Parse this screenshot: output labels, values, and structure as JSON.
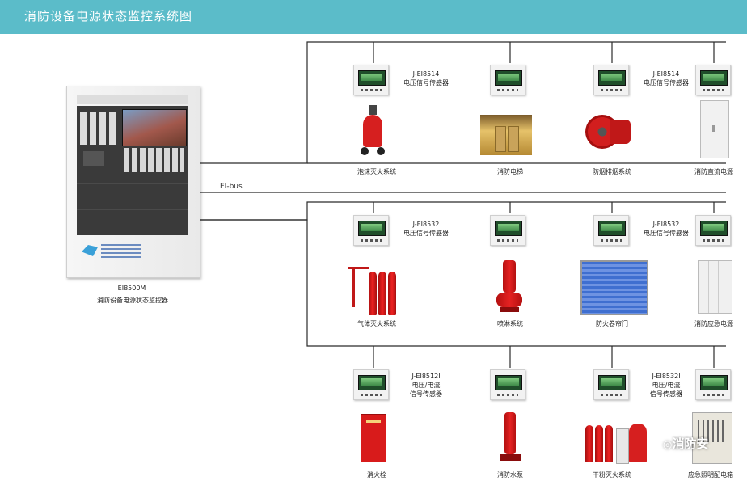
{
  "header": {
    "title": "消防设备电源状态监控系统图"
  },
  "bus": {
    "label": "EI-bus"
  },
  "controller": {
    "model": "EI8500M",
    "name": "消防设备电源状态监控器"
  },
  "rows": [
    {
      "sensor_models": [
        {
          "model": "J-EI8514",
          "desc": "电压信号传感器"
        },
        {
          "model": "J-EI8514",
          "desc": "电压信号传感器"
        }
      ],
      "devices": [
        "泡沫灭火系统",
        "消防电梯",
        "防烟排烟系统",
        "消防直流电源"
      ]
    },
    {
      "sensor_models": [
        {
          "model": "J-EI8532",
          "desc": "电压信号传感器"
        },
        {
          "model": "J-EI8532",
          "desc": "电压信号传感器"
        }
      ],
      "devices": [
        "气体灭火系统",
        "喷淋系统",
        "防火卷帘门",
        "消防应急电源"
      ]
    },
    {
      "sensor_models": [
        {
          "model": "J-EI8512I",
          "desc1": "电压/电流",
          "desc2": "信号传感器"
        },
        {
          "model": "J-EI8532I",
          "desc1": "电压/电流",
          "desc2": "信号传感器"
        }
      ],
      "devices": [
        "消火栓",
        "消防水泵",
        "干粉灭火系统",
        "应急照明配电箱"
      ]
    }
  ],
  "watermark": {
    "text": "消防安"
  },
  "colors": {
    "banner": "#5bbcc9",
    "equipment_red": "#d61f1f"
  }
}
